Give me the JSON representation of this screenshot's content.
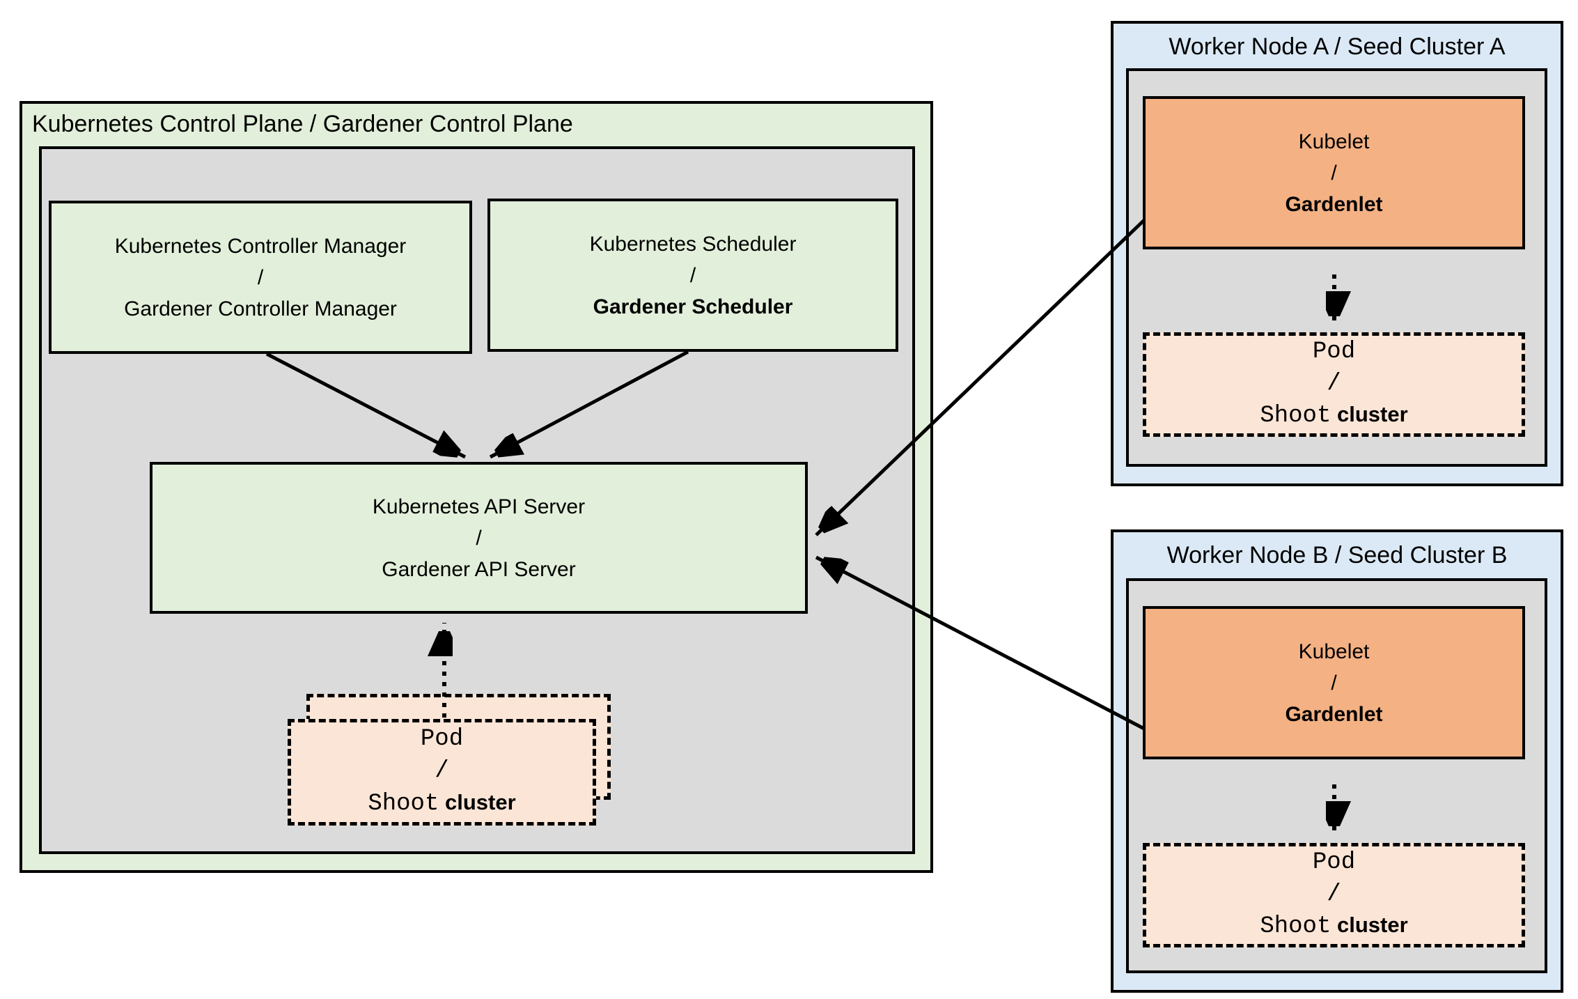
{
  "colors": {
    "green": "#e2efda",
    "gray": "#dbdbdb",
    "orange": "#f4b183",
    "peach": "#fbe5d6",
    "blue": "#dbe9f6",
    "line": "#000000",
    "bg": "#ffffff"
  },
  "control_plane": {
    "title": "Kubernetes Control Plane / Gardener Control Plane",
    "controller_manager": {
      "top": "Kubernetes Controller Manager",
      "sep": "/",
      "bottom": "Gardener Controller Manager"
    },
    "scheduler": {
      "top": "Kubernetes Scheduler",
      "sep": "/",
      "bottom": "Gardener Scheduler"
    },
    "api_server": {
      "top": "Kubernetes API Server",
      "sep": "/",
      "bottom": "Gardener API Server"
    },
    "pod_stack": {
      "top": "Pod",
      "sep": "/",
      "bottom_mono": "Shoot",
      "bottom_rest": "cluster"
    }
  },
  "workers": [
    {
      "title": "Worker Node A / Seed Cluster A",
      "kubelet": {
        "top": "Kubelet",
        "sep": "/",
        "bottom": "Gardenlet"
      },
      "pod": {
        "top": "Pod",
        "sep": "/",
        "bottom_mono": "Shoot",
        "bottom_rest": "cluster"
      }
    },
    {
      "title": "Worker Node B / Seed Cluster B",
      "kubelet": {
        "top": "Kubelet",
        "sep": "/",
        "bottom": "Gardenlet"
      },
      "pod": {
        "top": "Pod",
        "sep": "/",
        "bottom_mono": "Shoot",
        "bottom_rest": "cluster"
      }
    }
  ]
}
